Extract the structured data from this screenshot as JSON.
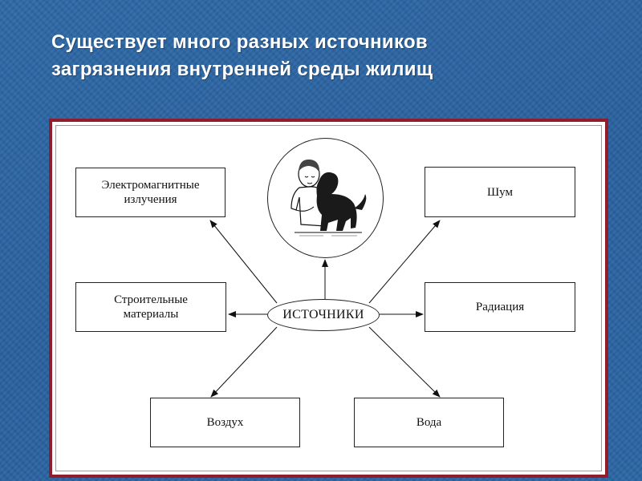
{
  "title": {
    "line1": "Существует много разных источников",
    "line2": "загрязнения внутренней среды жилищ"
  },
  "diagram": {
    "center_label": "ИСТОЧНИКИ",
    "picture": "person-with-dog-illustration",
    "sources": {
      "electromagnetic": "Электромагнитные излучения",
      "noise": "Шум",
      "building": "Строительные материалы",
      "radiation": "Радиация",
      "air": "Воздух",
      "water": "Вода"
    }
  },
  "colors": {
    "background": "#2c66a5",
    "frame_border": "#8f1d2c",
    "title_text": "#ffffff"
  }
}
